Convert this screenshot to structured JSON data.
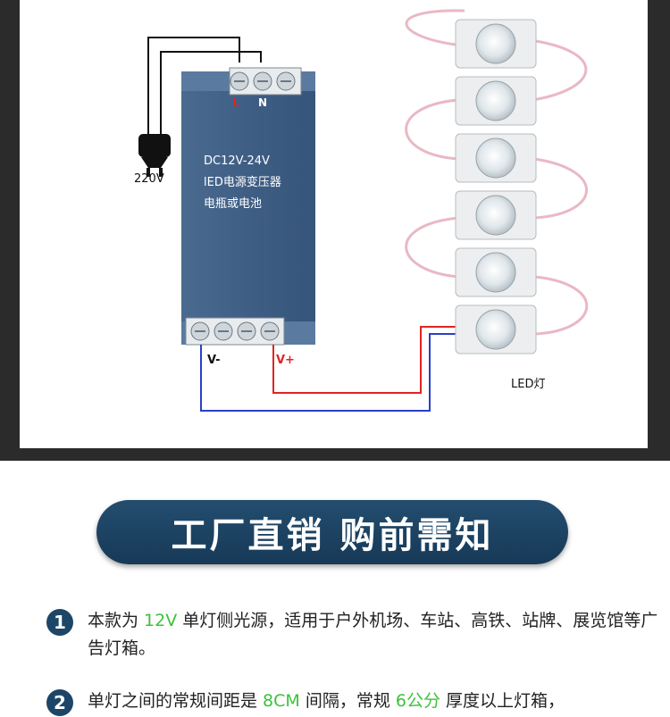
{
  "diagram": {
    "plug_voltage": "220V",
    "terminal_l": "L",
    "terminal_n": "N",
    "psu_line1": "DC12V-24V",
    "psu_line2": "lED电源变压器",
    "psu_line3": "电瓶或电池",
    "out_negative": "V-",
    "out_positive": "V+",
    "led_label": "LED灯",
    "colors": {
      "positive_wire": "#e02424",
      "negative_wire": "#2a3fc8",
      "psu_body": "#3e5b80"
    }
  },
  "banner": {
    "title": "工厂直销 购前需知"
  },
  "notes": [
    {
      "number": "1",
      "pre": "本款为 ",
      "highlight": "12V",
      "post": " 单灯侧光源，适用于户外机场、车站、高铁、站牌、展览馆等广告灯箱。"
    },
    {
      "number": "2",
      "pre": "单灯之间的常规间距是 ",
      "highlight": "8CM",
      "mid": " 间隔，常规 ",
      "highlight2": "6公分",
      "post": " 厚度以上灯箱，"
    }
  ]
}
